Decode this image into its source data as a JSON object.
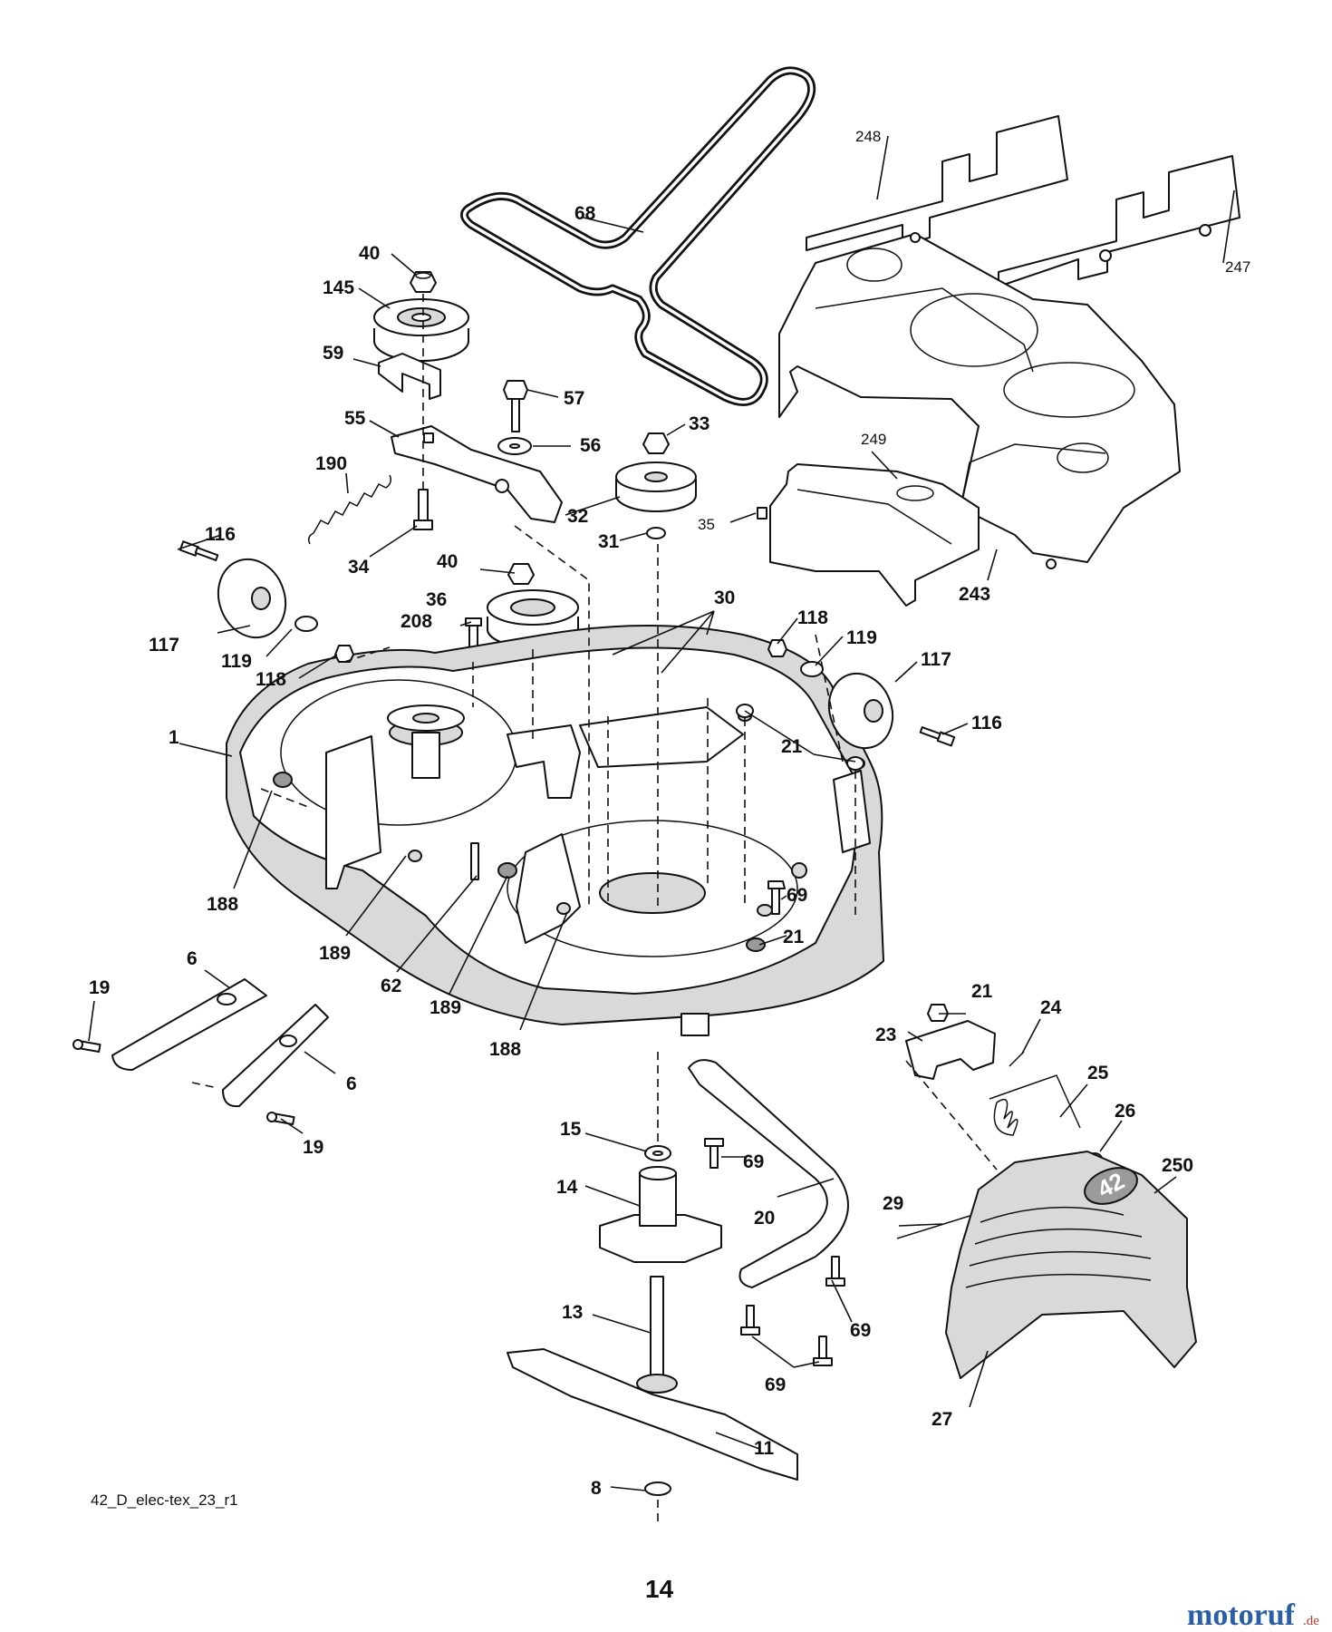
{
  "callouts": {
    "c1": "1",
    "c6a": "6",
    "c6b": "6",
    "c8": "8",
    "c11": "11",
    "c13": "13",
    "c14": "14",
    "c15": "15",
    "c19a": "19",
    "c19b": "19",
    "c20": "20",
    "c21a": "21",
    "c21b": "21",
    "c21c": "21",
    "c23": "23",
    "c24": "24",
    "c25": "25",
    "c26": "26",
    "c27": "27",
    "c29": "29",
    "c30": "30",
    "c31": "31",
    "c32": "32",
    "c33": "33",
    "c34": "34",
    "c35": "35",
    "c36": "36",
    "c40a": "40",
    "c40b": "40",
    "c55": "55",
    "c56": "56",
    "c57": "57",
    "c59": "59",
    "c62": "62",
    "c68": "68",
    "c69a": "69",
    "c69b": "69",
    "c69c": "69",
    "c69d": "69",
    "c116a": "116",
    "c116b": "116",
    "c117a": "117",
    "c117b": "117",
    "c118a": "118",
    "c118b": "118",
    "c119a": "119",
    "c119b": "119",
    "c145": "145",
    "c188a": "188",
    "c188b": "188",
    "c189a": "189",
    "c189b": "189",
    "c190": "190",
    "c208": "208",
    "c243": "243",
    "c247": "247",
    "c248": "248",
    "c249": "249",
    "c250": "250"
  },
  "deck_size_mark": "42",
  "drawing_code": "42_D_elec-tex_23_r1",
  "page_number": "14",
  "watermark": {
    "name": "motoruf",
    "tld": ".de"
  }
}
